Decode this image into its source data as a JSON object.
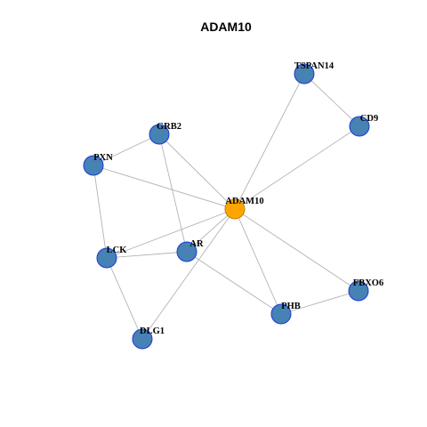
{
  "title": "ADAM10",
  "colors": {
    "node_fill": "#4682B4",
    "node_border": "#1E3AD6",
    "center_fill": "#FFA500",
    "center_border": "#B8860B",
    "edge": "#B3B3B3",
    "background": "#FFFFFF"
  },
  "nodes": [
    {
      "id": "ADAM10",
      "label": "ADAM10",
      "center": true
    },
    {
      "id": "TSPAN14",
      "label": "TSPAN14",
      "center": false
    },
    {
      "id": "CD9",
      "label": "CD9",
      "center": false
    },
    {
      "id": "GRB2",
      "label": "GRB2",
      "center": false
    },
    {
      "id": "PXN",
      "label": "PXN",
      "center": false
    },
    {
      "id": "LCK",
      "label": "LCK",
      "center": false
    },
    {
      "id": "AR",
      "label": "AR",
      "center": false
    },
    {
      "id": "DLG1",
      "label": "DLG1",
      "center": false
    },
    {
      "id": "PHB",
      "label": "PHB",
      "center": false
    },
    {
      "id": "FBXO6",
      "label": "FBXO6",
      "center": false
    }
  ],
  "edges": [
    [
      "ADAM10",
      "TSPAN14"
    ],
    [
      "ADAM10",
      "CD9"
    ],
    [
      "TSPAN14",
      "CD9"
    ],
    [
      "ADAM10",
      "GRB2"
    ],
    [
      "ADAM10",
      "PXN"
    ],
    [
      "ADAM10",
      "LCK"
    ],
    [
      "ADAM10",
      "AR"
    ],
    [
      "ADAM10",
      "DLG1"
    ],
    [
      "ADAM10",
      "PHB"
    ],
    [
      "ADAM10",
      "FBXO6"
    ],
    [
      "GRB2",
      "PXN"
    ],
    [
      "GRB2",
      "AR"
    ],
    [
      "PXN",
      "LCK"
    ],
    [
      "LCK",
      "AR"
    ],
    [
      "LCK",
      "DLG1"
    ],
    [
      "AR",
      "PHB"
    ],
    [
      "PHB",
      "FBXO6"
    ]
  ]
}
